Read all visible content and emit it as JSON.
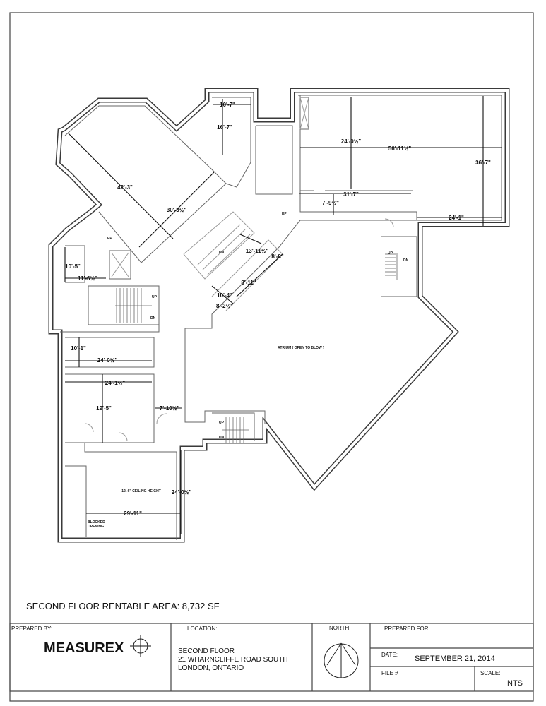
{
  "rentable_area": "SECOND FLOOR RENTABLE AREA: 8,732 SF",
  "title_block": {
    "prepared_by_label": "PREPARED BY:",
    "logo_text": "MEASUREX",
    "location_label": "LOCATION:",
    "location_lines": [
      "SECOND FLOOR",
      "21 WHARNCLIFFE ROAD SOUTH",
      "LONDON, ONTARIO"
    ],
    "north_label": "NORTH:",
    "prepared_for_label": "PREPARED FOR:",
    "date_label": "DATE:",
    "date_value": "SEPTEMBER 21, 2014",
    "file_label": "FILE #",
    "scale_label": "SCALE:",
    "scale_value": "NTS"
  },
  "dimensions": {
    "d1": "10'-7\"",
    "d2": "16'-7\"",
    "d3": "42'-3\"",
    "d4": "30'-3½\"",
    "d5": "24'-0½\"",
    "d6": "56'-11½\"",
    "d7": "36'-7\"",
    "d8": "31'-7\"",
    "d9": "7'-9½\"",
    "d10": "24'-1\"",
    "d11": "10'-5\"",
    "d12": "11'-6½\"",
    "d13": "13'-11½\"",
    "d14": "8'-8\"",
    "d15": "8'-11\"",
    "d16": "10'-4\"",
    "d17": "8'-2½\"",
    "d18": "10'-1\"",
    "d19": "24'-0½\"",
    "d20": "24'-1½\"",
    "d21": "19'-5\"",
    "d22": "7'-10½\"",
    "d23": "24'-0½\"",
    "d24": "29'-11\""
  },
  "annotations": {
    "atrium": "ATRIUM ( OPEN TO BLOW )",
    "ceiling": "12'-6\" CEILING HEIGHT",
    "blocked_1": "BLOCKED",
    "blocked_2": "OPENING",
    "ep": "EP",
    "up": "UP",
    "dn": "DN"
  }
}
